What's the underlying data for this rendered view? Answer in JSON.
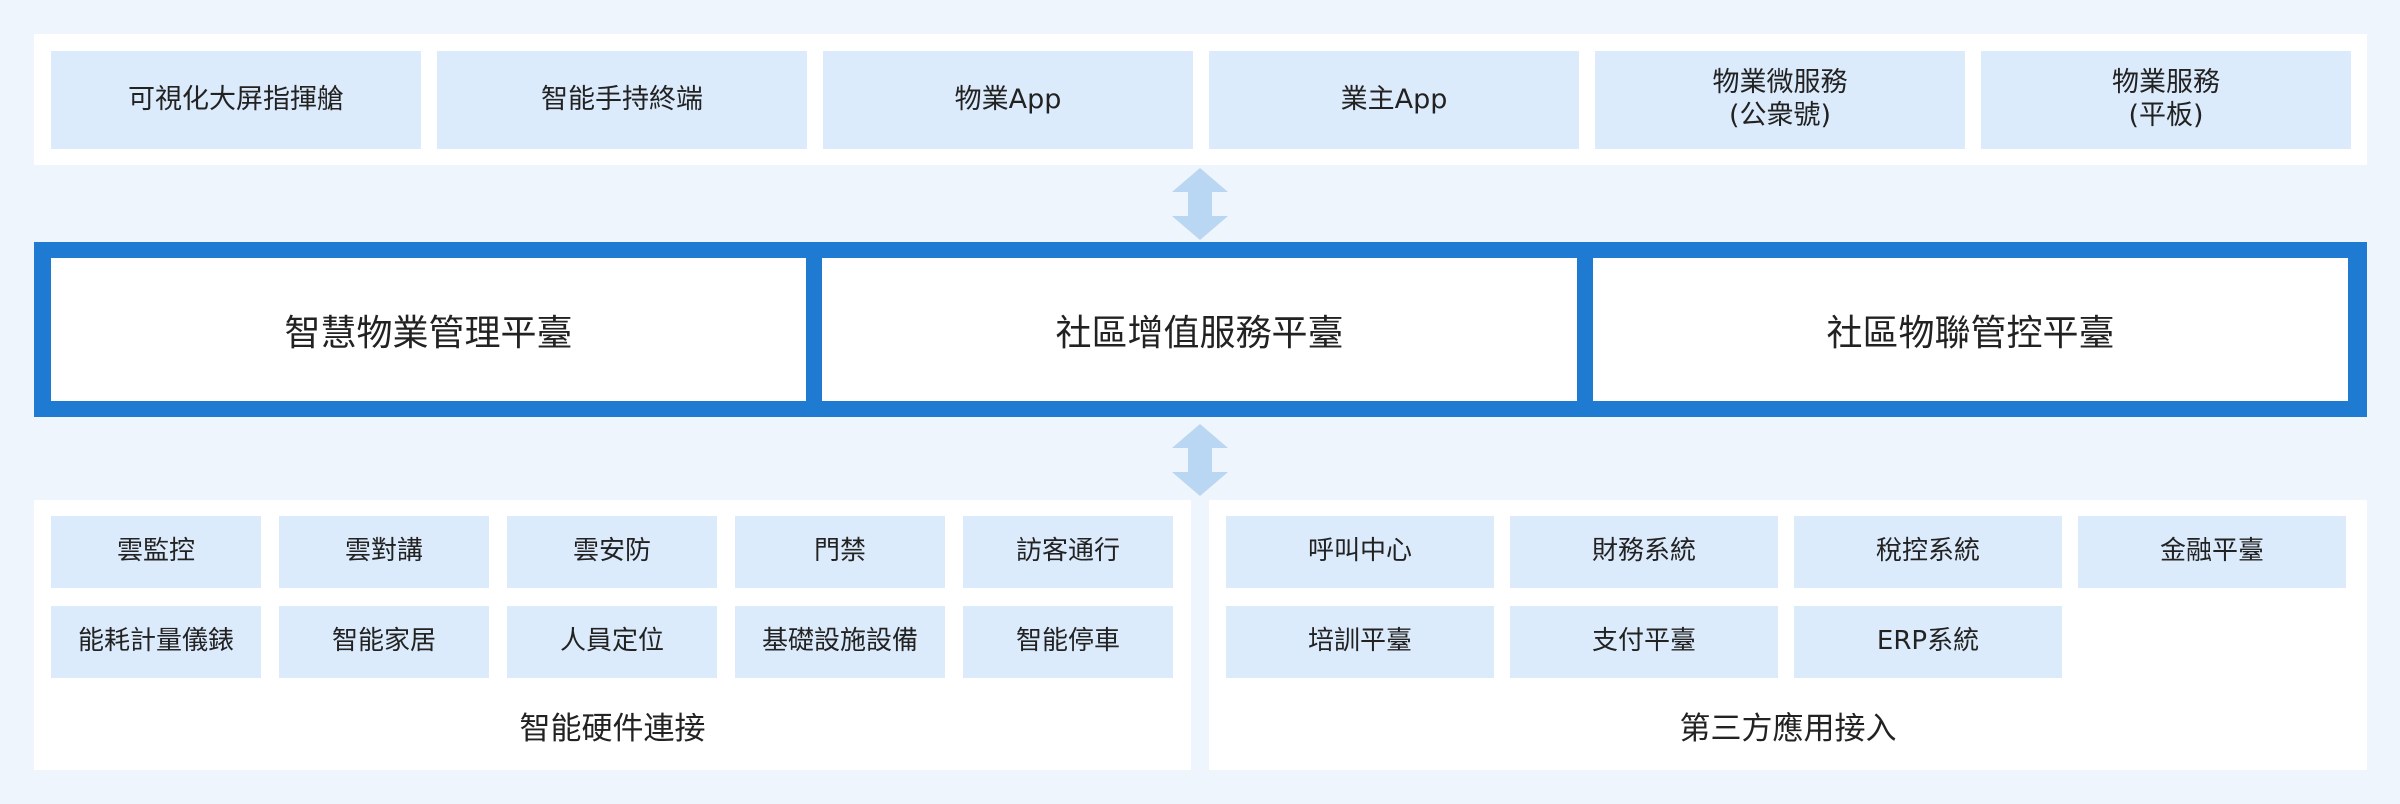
{
  "colors": {
    "background": "#eef5fd",
    "panel": "#ffffff",
    "cell": "#dcebfb",
    "platform_border": "#1f7ad2",
    "arrow": "#b9d6f2"
  },
  "clients": [
    {
      "label": "可視化大屏指揮艙"
    },
    {
      "label": "智能手持終端"
    },
    {
      "label": "物業App"
    },
    {
      "label": "業主App"
    },
    {
      "label": "物業微服務\n(公衆號)"
    },
    {
      "label": "物業服務\n(平板)"
    }
  ],
  "platforms": [
    {
      "label": "智慧物業管理平臺"
    },
    {
      "label": "社區增值服務平臺"
    },
    {
      "label": "社區物聯管控平臺"
    }
  ],
  "hardware": {
    "caption": "智能硬件連接",
    "items": [
      {
        "label": "雲監控"
      },
      {
        "label": "雲對講"
      },
      {
        "label": "雲安防"
      },
      {
        "label": "門禁"
      },
      {
        "label": "訪客通行"
      },
      {
        "label": "能耗計量儀錶"
      },
      {
        "label": "智能家居"
      },
      {
        "label": "人員定位"
      },
      {
        "label": "基礎設施設備"
      },
      {
        "label": "智能停車"
      }
    ]
  },
  "third_party": {
    "caption": "第三方應用接入",
    "items": [
      {
        "label": "呼叫中心"
      },
      {
        "label": "財務系統"
      },
      {
        "label": "稅控系統"
      },
      {
        "label": "金融平臺"
      },
      {
        "label": "培訓平臺"
      },
      {
        "label": "支付平臺"
      },
      {
        "label": "ERP系統"
      }
    ]
  },
  "icons": {
    "top_arrow": "double-vertical-arrow-icon",
    "bottom_arrow": "double-vertical-arrow-icon"
  }
}
